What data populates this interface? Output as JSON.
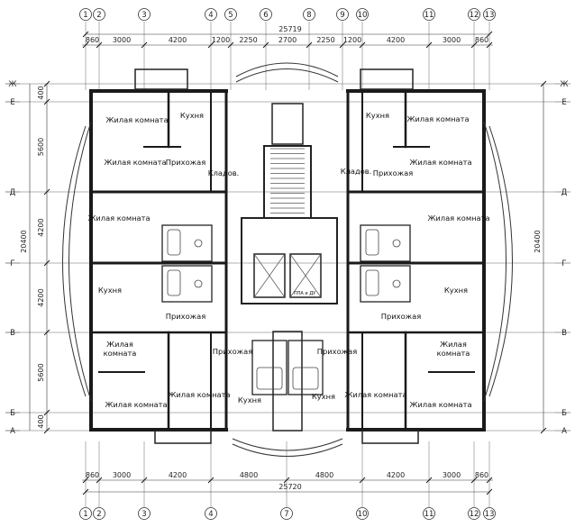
{
  "axes_top": [
    "1",
    "2",
    "3",
    "4",
    "5",
    "6",
    "8",
    "9",
    "10",
    "11",
    "12",
    "13"
  ],
  "axes_bottom": [
    "1",
    "2",
    "3",
    "4",
    "7",
    "10",
    "11",
    "12",
    "13"
  ],
  "axes_rows": [
    "Ж",
    "Е",
    "Д",
    "Г",
    "В",
    "Б",
    "А"
  ],
  "overall_top": "25719",
  "overall_bottom": "25720",
  "dims_top": [
    "860",
    "3000",
    "4200",
    "1200",
    "2250",
    "2700",
    "2250",
    "1200",
    "4200",
    "3000",
    "860"
  ],
  "dims_bottom": [
    "860",
    "3000",
    "4200",
    "4800",
    "4800",
    "4200",
    "3000",
    "860"
  ],
  "dims_left": [
    "400",
    "5600",
    "4200",
    "4200",
    "5600",
    "400"
  ],
  "total_height": "20400",
  "rooms": {
    "living": "Жилая комната",
    "kitchen": "Кухня",
    "hall": "Прихожая",
    "storage": "Кладов.",
    "living_split_1": "Жилая",
    "living_split_2": "комната"
  },
  "shaft_tag": "ППА и ДУ"
}
